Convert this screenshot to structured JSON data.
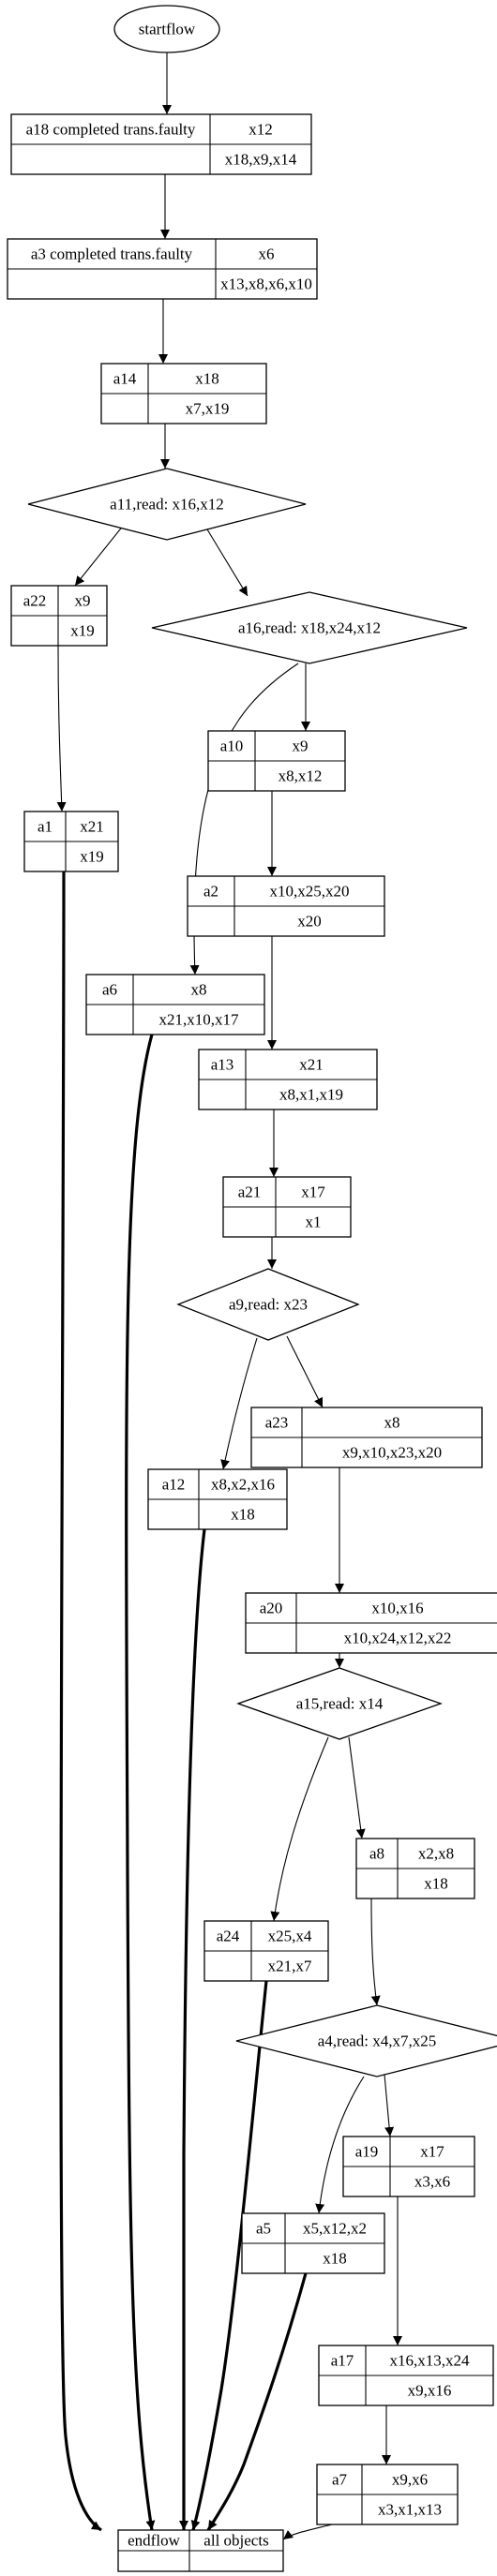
{
  "start": "startflow",
  "end": {
    "label": "endflow",
    "objects": "all objects"
  },
  "tasks": [
    {
      "id": "a18",
      "label": "a18 completed trans.faulty",
      "writes": "x12",
      "reads": "x18,x9,x14"
    },
    {
      "id": "a3",
      "label": "a3 completed trans.faulty",
      "writes": "x6",
      "reads": "x13,x8,x6,x10"
    },
    {
      "id": "a14",
      "label": "a14",
      "writes": "x18",
      "reads": "x7,x19"
    },
    {
      "id": "a22",
      "label": "a22",
      "writes": "x9",
      "reads": "x19"
    },
    {
      "id": "a1",
      "label": "a1",
      "writes": "x21",
      "reads": "x19"
    },
    {
      "id": "a10",
      "label": "a10",
      "writes": "x9",
      "reads": "x8,x12"
    },
    {
      "id": "a2",
      "label": "a2",
      "writes": "x10,x25,x20",
      "reads": "x20"
    },
    {
      "id": "a6",
      "label": "a6",
      "writes": "x8",
      "reads": "x21,x10,x17"
    },
    {
      "id": "a13",
      "label": "a13",
      "writes": "x21",
      "reads": "x8,x1,x19"
    },
    {
      "id": "a21",
      "label": "a21",
      "writes": "x17",
      "reads": "x1"
    },
    {
      "id": "a23",
      "label": "a23",
      "writes": "x8",
      "reads": "x9,x10,x23,x20"
    },
    {
      "id": "a12",
      "label": "a12",
      "writes": "x8,x2,x16",
      "reads": "x18"
    },
    {
      "id": "a20",
      "label": "a20",
      "writes": "x10,x16",
      "reads": "x10,x24,x12,x22"
    },
    {
      "id": "a8",
      "label": "a8",
      "writes": "x2,x8",
      "reads": "x18"
    },
    {
      "id": "a24",
      "label": "a24",
      "writes": "x25,x4",
      "reads": "x21,x7"
    },
    {
      "id": "a19",
      "label": "a19",
      "writes": "x17",
      "reads": "x3,x6"
    },
    {
      "id": "a5",
      "label": "a5",
      "writes": "x5,x12,x2",
      "reads": "x18"
    },
    {
      "id": "a17",
      "label": "a17",
      "writes": "x16,x13,x24",
      "reads": "x9,x16"
    },
    {
      "id": "a7",
      "label": "a7",
      "writes": "x9,x6",
      "reads": "x3,x1,x13"
    }
  ],
  "decisions": [
    {
      "id": "a11",
      "label": "a11,read: x16,x12"
    },
    {
      "id": "a16",
      "label": "a16,read: x18,x24,x12"
    },
    {
      "id": "a9",
      "label": "a9,read: x23"
    },
    {
      "id": "a15",
      "label": "a15,read: x14"
    },
    {
      "id": "a4",
      "label": "a4,read: x4,x7,x25"
    }
  ],
  "edges": [
    {
      "from": "start",
      "to": "a18",
      "style": "normal"
    },
    {
      "from": "a18",
      "to": "a3",
      "style": "normal"
    },
    {
      "from": "a3",
      "to": "a14",
      "style": "normal"
    },
    {
      "from": "a14",
      "to": "a11",
      "style": "normal"
    },
    {
      "from": "a11",
      "to": "a22",
      "style": "normal"
    },
    {
      "from": "a11",
      "to": "a16",
      "style": "normal"
    },
    {
      "from": "a22",
      "to": "a1",
      "style": "normal"
    },
    {
      "from": "a16",
      "to": "a10",
      "style": "normal"
    },
    {
      "from": "a16",
      "to": "a6",
      "style": "normal"
    },
    {
      "from": "a10",
      "to": "a2",
      "style": "normal"
    },
    {
      "from": "a2",
      "to": "a13",
      "style": "normal"
    },
    {
      "from": "a13",
      "to": "a21",
      "style": "normal"
    },
    {
      "from": "a21",
      "to": "a9",
      "style": "normal"
    },
    {
      "from": "a9",
      "to": "a23",
      "style": "normal"
    },
    {
      "from": "a9",
      "to": "a12",
      "style": "normal"
    },
    {
      "from": "a23",
      "to": "a20",
      "style": "normal"
    },
    {
      "from": "a20",
      "to": "a15",
      "style": "normal"
    },
    {
      "from": "a15",
      "to": "a8",
      "style": "normal"
    },
    {
      "from": "a15",
      "to": "a24",
      "style": "normal"
    },
    {
      "from": "a8",
      "to": "a4",
      "style": "normal"
    },
    {
      "from": "a4",
      "to": "a19",
      "style": "normal"
    },
    {
      "from": "a4",
      "to": "a5",
      "style": "normal"
    },
    {
      "from": "a19",
      "to": "a17",
      "style": "normal"
    },
    {
      "from": "a17",
      "to": "a7",
      "style": "normal"
    },
    {
      "from": "a7",
      "to": "end",
      "style": "normal"
    },
    {
      "from": "a1",
      "to": "end",
      "style": "bold"
    },
    {
      "from": "a6",
      "to": "end",
      "style": "bold"
    },
    {
      "from": "a12",
      "to": "end",
      "style": "bold"
    },
    {
      "from": "a24",
      "to": "end",
      "style": "bold"
    },
    {
      "from": "a5",
      "to": "end",
      "style": "bold"
    }
  ]
}
